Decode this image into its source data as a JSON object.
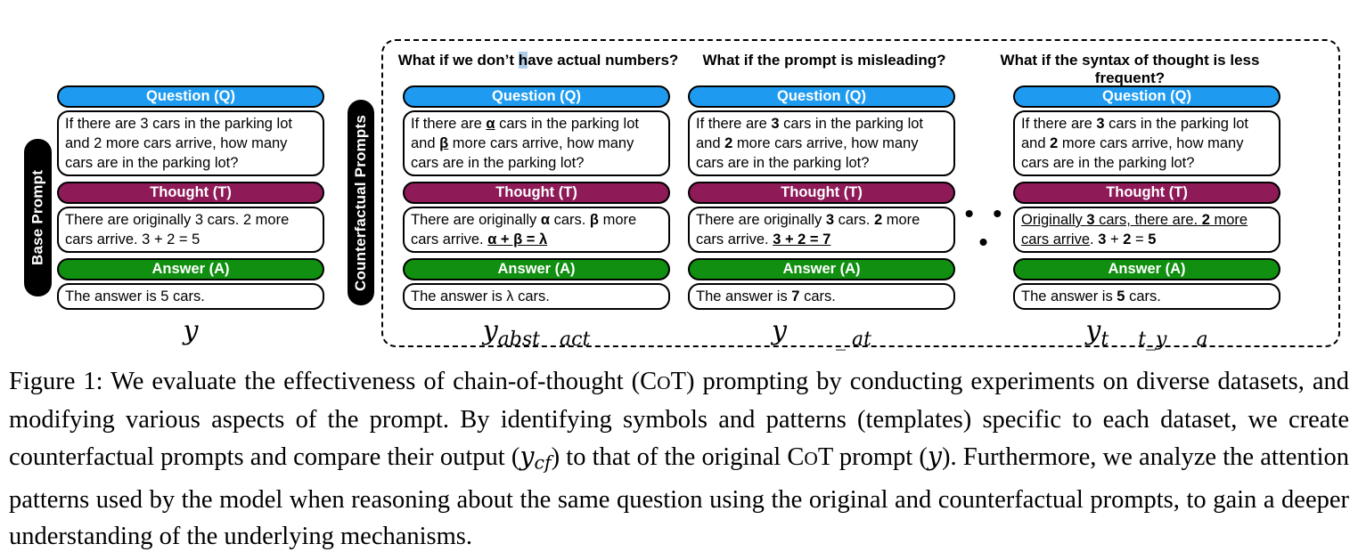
{
  "colors": {
    "highlight": "#aecde6",
    "black_pill": "#000000"
  },
  "sections": [
    {
      "label": "Question (Q)",
      "color": "#1e9bf0"
    },
    {
      "label": "Thought (T)",
      "color": "#8e1a58"
    },
    {
      "label": "Answer (A)",
      "color": "#108f10"
    }
  ],
  "base": {
    "side_label": "Base Prompt",
    "question": [
      {
        "t": "If there are 3 cars in the parking lot and 2 more cars arrive, how many cars are in the parking lot?"
      }
    ],
    "thought": [
      {
        "t": "There are originally 3 cars. 2 more cars arrive. 3 + 2 = 5"
      }
    ],
    "answer": [
      {
        "t": "The answer is 5 cars."
      }
    ],
    "label": {
      "main": "y",
      "sub": ""
    }
  },
  "counterfactual": {
    "side_label": "Counterfactual Prompts",
    "ellipsis": "• • •",
    "columns": [
      {
        "header": [
          {
            "t": "What if we don’t "
          },
          {
            "t": "h",
            "hl": 1
          },
          {
            "t": "ave actual numbers?"
          }
        ],
        "question": [
          {
            "t": "If there are "
          },
          {
            "t": "α",
            "b": 1,
            "u": 1
          },
          {
            "t": " cars in the parking lot and "
          },
          {
            "t": "β",
            "b": 1,
            "u": 1
          },
          {
            "t": " more cars arrive, how many cars are in the parking lot?"
          }
        ],
        "thought": [
          {
            "t": "There are originally "
          },
          {
            "t": "α",
            "b": 1
          },
          {
            "t": " cars. "
          },
          {
            "t": "β",
            "b": 1
          },
          {
            "t": " more cars arrive. "
          },
          {
            "t": "α + β = λ",
            "b": 1,
            "u": 1
          }
        ],
        "answer": [
          {
            "t": "The answer is λ cars."
          }
        ],
        "label": {
          "main": "y",
          "sub": "abst  act"
        }
      },
      {
        "header": [
          {
            "t": "What if the prompt is misleading?"
          }
        ],
        "question": [
          {
            "t": "If there are "
          },
          {
            "t": "3",
            "b": 1
          },
          {
            "t": " cars in the parking lot and "
          },
          {
            "t": "2",
            "b": 1
          },
          {
            "t": " more cars arrive, how many cars are in the parking lot?"
          }
        ],
        "thought": [
          {
            "t": "There are originally "
          },
          {
            "t": "3",
            "b": 1
          },
          {
            "t": " cars. "
          },
          {
            "t": "2",
            "b": 1
          },
          {
            "t": " more cars arrive. "
          },
          {
            "t": "3 + 2 = 7",
            "b": 1,
            "u": 1
          }
        ],
        "answer": [
          {
            "t": "The answer is "
          },
          {
            "t": "7",
            "b": 1
          },
          {
            "t": " cars."
          }
        ],
        "label": {
          "main": "y",
          "sub": "   _ at"
        }
      },
      {
        "header": [
          {
            "t": "What if the syntax of thought is less frequent?"
          }
        ],
        "question": [
          {
            "t": "If there are "
          },
          {
            "t": "3",
            "b": 1
          },
          {
            "t": " cars in the parking lot and "
          },
          {
            "t": "2",
            "b": 1
          },
          {
            "t": " more cars arrive, how many cars are in the parking lot?"
          }
        ],
        "thought": [
          {
            "t": "Originally ",
            "u": 1
          },
          {
            "t": "3",
            "b": 1,
            "u": 1
          },
          {
            "t": " cars, there are.",
            "u": 1
          },
          {
            "t": " ",
            "u": 1
          },
          {
            "t": "2",
            "b": 1,
            "u": 1
          },
          {
            "t": " more cars arrive",
            "u": 1
          },
          {
            "t": ". "
          },
          {
            "t": "3",
            "b": 1
          },
          {
            "t": " + "
          },
          {
            "t": "2",
            "b": 1
          },
          {
            "t": " = "
          },
          {
            "t": "5",
            "b": 1
          }
        ],
        "answer": [
          {
            "t": "The answer is "
          },
          {
            "t": "5",
            "b": 1
          },
          {
            "t": " cars."
          }
        ],
        "label": {
          "main": "y",
          "sub": "t  t_y  a"
        }
      }
    ]
  },
  "caption": [
    {
      "t": "Figure 1: We evaluate the effectiveness of chain-of-thought (C"
    },
    {
      "t": "O",
      "sc": 1
    },
    {
      "t": "T) prompting by conducting experiments on diverse datasets, and modifying various aspects of the prompt. By identifying symbols and patterns (templates) specific to each dataset, we create counterfactual prompts and compare their output ("
    },
    {
      "t": "y",
      "i": 1
    },
    {
      "t": "cf",
      "i": 1,
      "sub": 1
    },
    {
      "t": ") to that of the original C"
    },
    {
      "t": "O",
      "sc": 1
    },
    {
      "t": "T prompt ("
    },
    {
      "t": "y",
      "i": 1
    },
    {
      "t": "). Furthermore, we analyze the attention patterns used by the model when reasoning about the same question using the original and counterfactual prompts, to gain a deeper understanding of the underlying mechanisms."
    }
  ]
}
